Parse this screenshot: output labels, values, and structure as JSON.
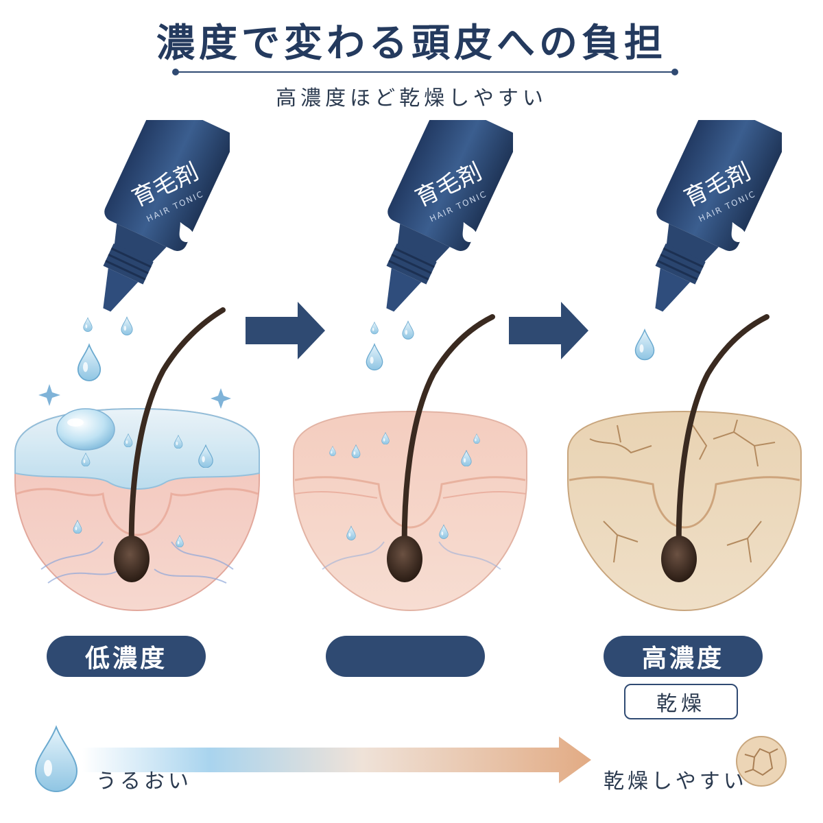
{
  "title": "濃度で変わる頭皮への負担",
  "subtitle": "高濃度ほど乾燥しやすい",
  "bottle": {
    "label_jp": "育毛剤",
    "label_en": "HAIR TONIC"
  },
  "stages": [
    {
      "label": "低濃度"
    },
    {
      "label": ""
    },
    {
      "label": "高濃度",
      "tag": "乾燥"
    }
  ],
  "scale": {
    "left_label": "うるおい",
    "right_label": "乾燥しやすい"
  },
  "colors": {
    "navy": "#2f4a72",
    "water": "#a9d6ee",
    "skin": "#f3c9c0",
    "dry_skin": "#e8d2b4"
  }
}
